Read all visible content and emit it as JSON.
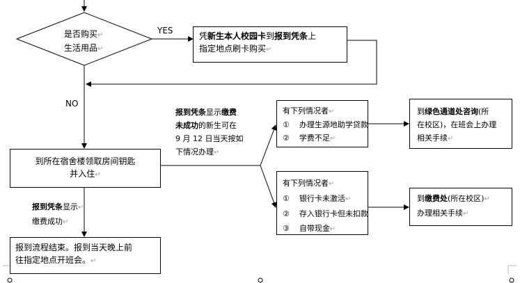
{
  "decision": {
    "line1": "是否购买",
    "line2": "生活用品"
  },
  "yes_label": "YES",
  "no_label": "NO",
  "buy_box": {
    "p1": "凭",
    "b1": "新生本人校园卡",
    "p2": "到",
    "b2": "报到凭条",
    "p3": "上",
    "line2": "指定地点刷卡购买"
  },
  "dorm_box": {
    "line1": "到所在宿舍楼领取房间钥匙",
    "line2": "并入住"
  },
  "fail_note": {
    "b1": "报到凭条",
    "p1": "显示",
    "b2": "缴费",
    "b3": "未成功",
    "p2": "的新生可在",
    "line3": "9 月 12 日当天按如",
    "line4": "下情况办理"
  },
  "success_note": {
    "b1": "报到凭条",
    "p1": "显示",
    "line2": "缴费成功"
  },
  "end_box": {
    "line1": "报到流程结束。报到当天晚上前",
    "line2": "往指定地点开班会。"
  },
  "case1": {
    "title": "有下列情况者",
    "items": [
      {
        "num": "①",
        "text": "办理生源地助学贷款"
      },
      {
        "num": "②",
        "text": "学费不足"
      }
    ]
  },
  "case2": {
    "title": "有下列情况者",
    "items": [
      {
        "num": "①",
        "text": "银行卡未激活"
      },
      {
        "num": "②",
        "text": "存入银行卡但未扣款"
      },
      {
        "num": "③",
        "text": "自带现金"
      }
    ]
  },
  "green_box": {
    "p1": "到",
    "b1": "绿色通道处咨询",
    "p2": "(所",
    "line2": "在校区)，在班会上办理",
    "line3": "相关手续"
  },
  "pay_box": {
    "p1": "到",
    "b1": "缴费处",
    "p2": "(所在校区)",
    "line2": "办理相关手续"
  },
  "return_mark": "↵"
}
